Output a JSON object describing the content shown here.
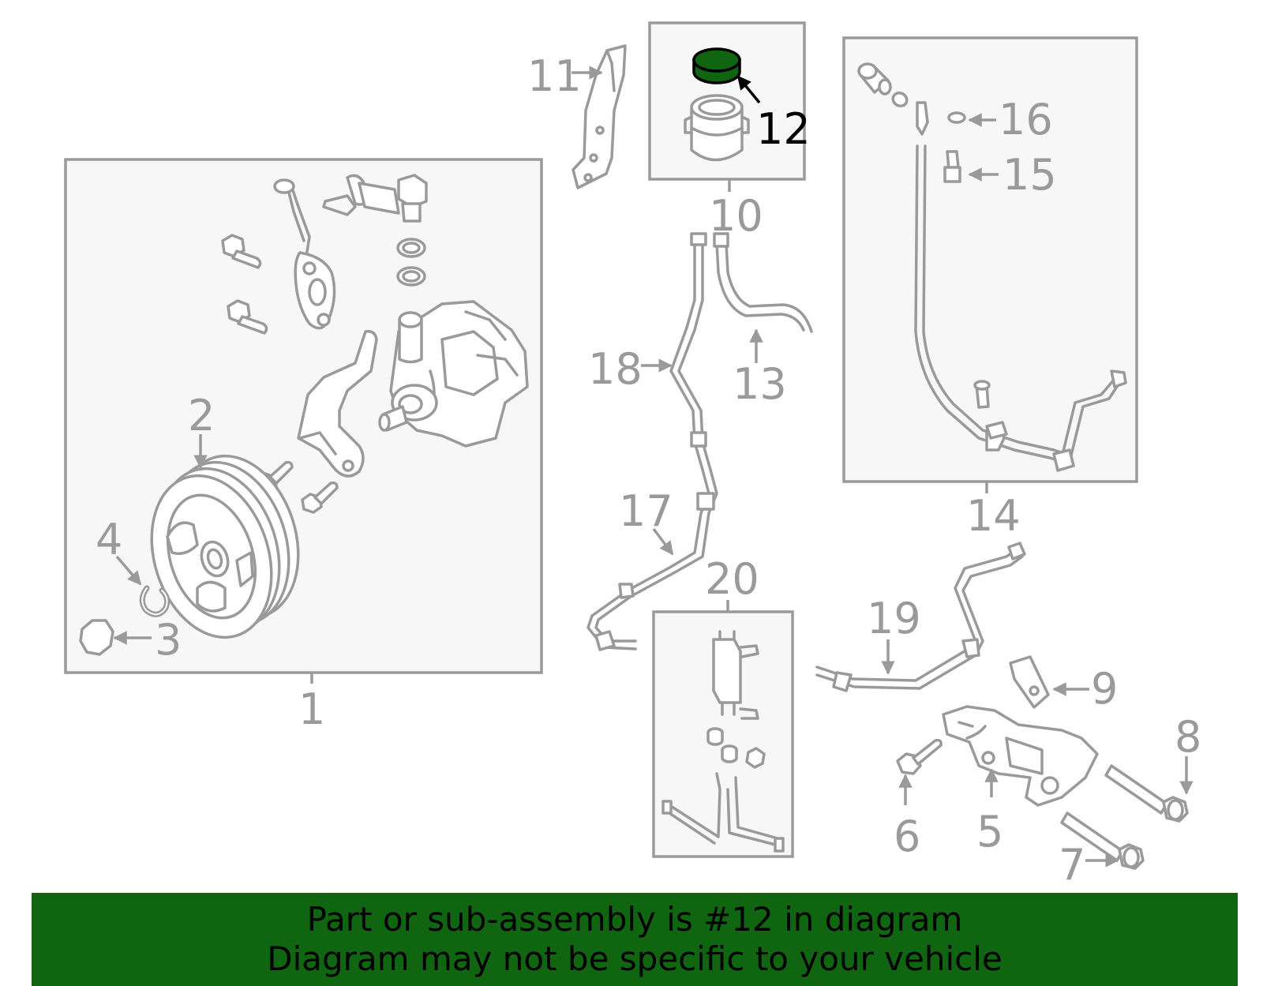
{
  "colors": {
    "highlight": "#106510",
    "linework": "#9a9a9a",
    "banner_background": "#106510",
    "banner_text": "#000000",
    "box_fill": "#f7f7f7"
  },
  "highlighted_part": "12",
  "callouts": {
    "c1": "1",
    "c2": "2",
    "c3": "3",
    "c4": "4",
    "c5": "5",
    "c6": "6",
    "c7": "7",
    "c8": "8",
    "c9": "9",
    "c10": "10",
    "c11": "11",
    "c12": "12",
    "c13": "13",
    "c14": "14",
    "c15": "15",
    "c16": "16",
    "c17": "17",
    "c18": "18",
    "c19": "19",
    "c20": "20"
  },
  "banner": {
    "line1": "Part or sub-assembly is #12 in diagram",
    "line2": "Diagram may not be specific to your vehicle"
  }
}
